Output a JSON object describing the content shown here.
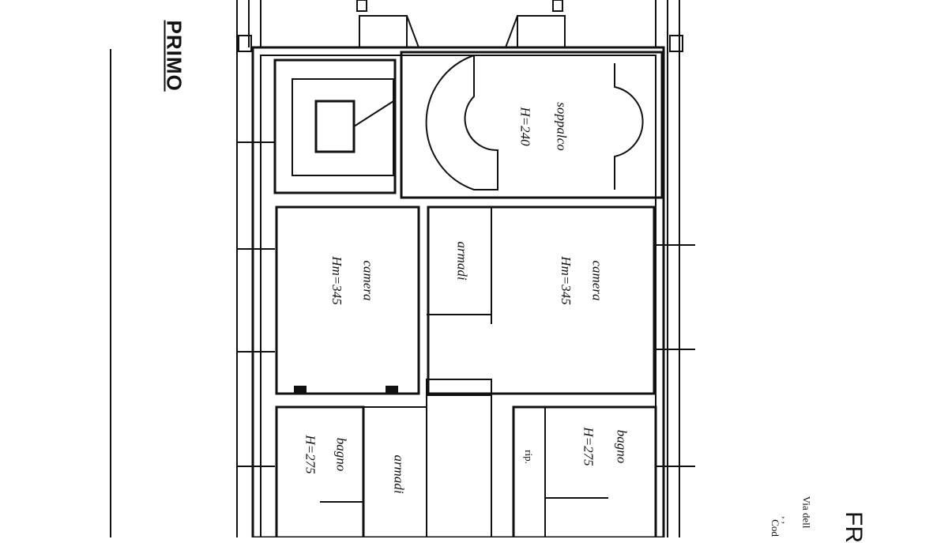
{
  "title": "PRIMO",
  "rooms": {
    "soppalco_name": "soppalco",
    "soppalco_height": "H=240",
    "camera_left_name": "camera",
    "camera_left_height": "Hm=345",
    "armadi_top": "armadi",
    "camera_right_name": "camera",
    "camera_right_height": "Hm=345",
    "bagno_left_name": "bagno",
    "bagno_left_height": "H=275",
    "armadi_bottom": "armadi",
    "bagno_right_name": "bagno",
    "bagno_right_height": "H=275",
    "rip": "rip."
  },
  "corner_text": {
    "large": "FR",
    "line1": "Via dell",
    "line2": ", ,",
    "line3": "Cod"
  }
}
